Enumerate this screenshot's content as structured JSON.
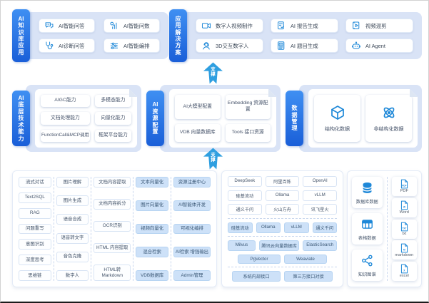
{
  "colors": {
    "tab_gradient_start": "#3f8ff2",
    "tab_gradient_end": "#1a5fd8",
    "panel_bg": "#d9e3f6",
    "icon_blue": "#1e88d8",
    "arrow_blue": "#2f9fe0",
    "chip_blue_bg": "#cde1f8"
  },
  "support_arrow_label": "支撑",
  "top": {
    "knowledge": {
      "tab": "AI知识库应用",
      "items": [
        {
          "label": "AI智能问答",
          "icon": "chat-icon"
        },
        {
          "label": "AI智能问数",
          "icon": "chart-search-icon"
        },
        {
          "label": "AI诊断问答",
          "icon": "stethoscope-icon"
        },
        {
          "label": "AI智能编排",
          "icon": "sliders-icon"
        }
      ]
    },
    "solutions": {
      "tab": "应用解决方案",
      "items": [
        {
          "label": "数字人视频制作",
          "icon": "video-camera-icon"
        },
        {
          "label": "AI 报告生成",
          "icon": "report-icon"
        },
        {
          "label": "视频混剪",
          "icon": "film-icon"
        },
        {
          "label": "3D交互数字人",
          "icon": "avatar-headset-icon"
        },
        {
          "label": "AI 题目生成",
          "icon": "ai-doc-icon"
        },
        {
          "label": "AI Agent",
          "icon": "robot-icon"
        }
      ]
    }
  },
  "middle": {
    "tech": {
      "tab": "AI底层技术能力",
      "items": [
        "AIGC能力",
        "多模态能力",
        "文档处理能力",
        "向量化能力",
        "FunctionCall&MCP调用",
        "框架平台能力"
      ]
    },
    "resource": {
      "tab": "AI资源配置",
      "items": [
        "AI大模型配置",
        "Embedding 资源配置",
        "VDB 向量数据库",
        "Tools 接口资源"
      ]
    },
    "data_mgmt": {
      "tab": "数据管理",
      "items": [
        {
          "label": "结构化数据",
          "icon": "cube-icon"
        },
        {
          "label": "非结构化数据",
          "icon": "atom-icon"
        }
      ]
    }
  },
  "bottom": {
    "capabilities": {
      "columns": [
        [
          "流式对话",
          "Text2SQL",
          "RAG",
          "问题重写",
          "意图识别",
          "深度思考",
          "思维链"
        ],
        [
          "图片理解",
          "图片生成",
          "语音合成",
          "语音转文字",
          "音色克隆",
          "数字人"
        ],
        [
          "文档内容提取",
          "文档内容拆分",
          "OCR识别",
          "HTML 内容提取",
          "HTML转 Markdown"
        ],
        [
          "文本向量化",
          "图片向量化",
          "视频向量化",
          "混合检索",
          "VDB数据库"
        ],
        [
          "资源注册中心",
          "AI智能体开发",
          "可视化编排",
          "AI检索 增强输出",
          "Admin管理"
        ]
      ]
    },
    "providers": {
      "groups": [
        {
          "style": "white",
          "rows": [
            [
              "DeepSeek",
              "阿里百炼",
              "OpenAI"
            ],
            [
              "硅基流动",
              "Ollama",
              "vLLM"
            ],
            [
              "通义千问",
              "火山方舟",
              "讯飞星火"
            ]
          ]
        },
        {
          "style": "blue",
          "rows": [
            [
              "硅基流动",
              "Ollama",
              "vLLM",
              "通义千问"
            ]
          ]
        },
        {
          "style": "blue",
          "rows": [
            [
              "Milvus",
              "腾讯云向量数据库",
              "ElasticSearch"
            ],
            [
              "PgVector",
              "Weaviate"
            ]
          ]
        },
        {
          "style": "blue",
          "rows": [
            [
              "系统内部接口",
              "第三方接口对接"
            ]
          ]
        }
      ]
    },
    "data_sources": {
      "cards": [
        {
          "label": "数据库数据",
          "icon": "database-icon"
        },
        {
          "label": "表格数据",
          "icon": "table-icon"
        },
        {
          "label": "知识图谱",
          "icon": "knowledge-graph-icon"
        }
      ],
      "files": [
        {
          "label": "PDF",
          "badge": "PDF"
        },
        {
          "label": "Word",
          "badge": "W"
        },
        {
          "label": "txt",
          "badge": "TXT"
        },
        {
          "label": "markdown",
          "badge": "M"
        },
        {
          "label": "excel",
          "badge": "X"
        }
      ]
    }
  }
}
